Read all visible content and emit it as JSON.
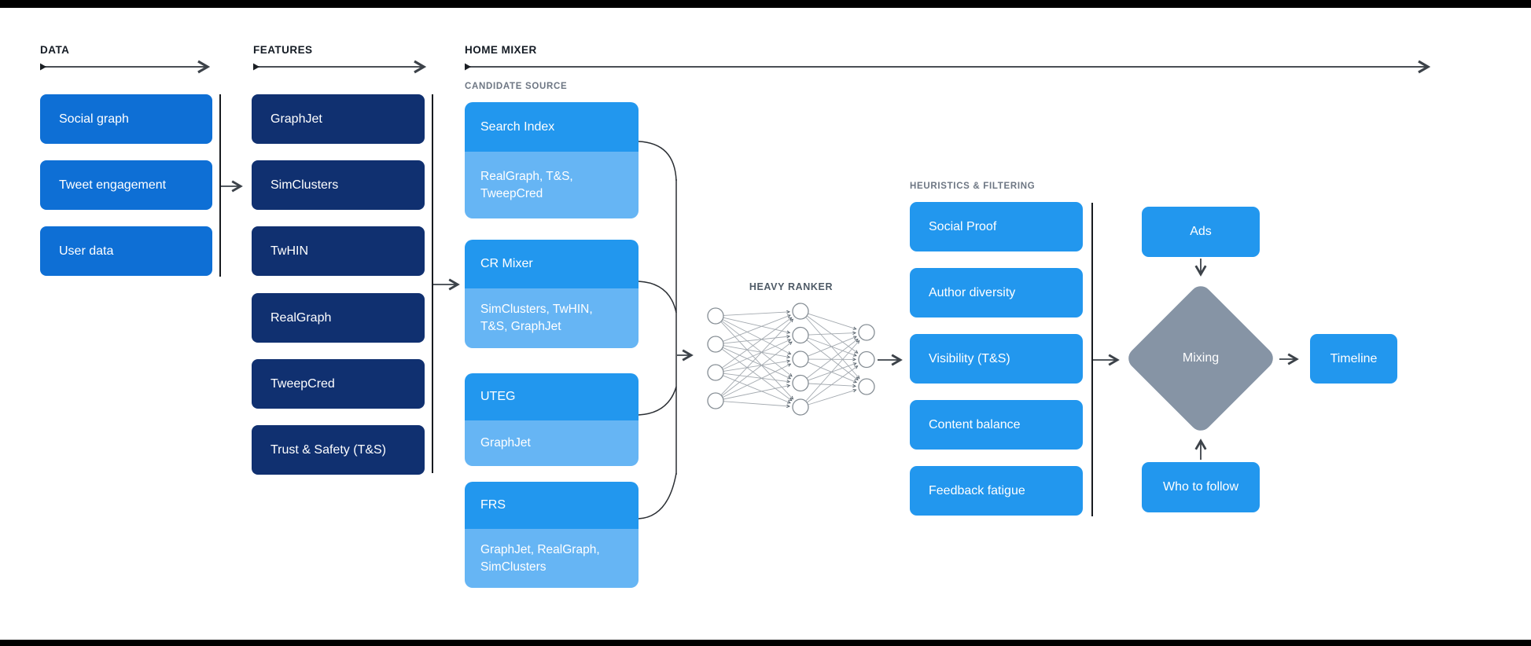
{
  "colors": {
    "data_box": "#0e6fd5",
    "feature_box": "#103070",
    "primary_box": "#2297ee",
    "sub_box": "#66b5f4",
    "diamond": "#8694a5",
    "box_text": "#ffffff",
    "section_header_text": "#141b24",
    "small_label_text": "#6d7683",
    "line": "#3c4249",
    "frame_bar": "#000000"
  },
  "sections": {
    "data": {
      "label": "DATA",
      "items": [
        "Social graph",
        "Tweet engagement",
        "User data"
      ]
    },
    "features": {
      "label": "FEATURES",
      "items": [
        "GraphJet",
        "SimClusters",
        "TwHIN",
        "RealGraph",
        "TweepCred",
        "Trust & Safety (T&S)"
      ]
    },
    "home_mixer": {
      "label": "HOME MIXER",
      "candidate_source": {
        "label": "CANDIDATE SOURCE",
        "groups": [
          {
            "name": "Search Index",
            "sources": "RealGraph, T&S, TweepCred"
          },
          {
            "name": "CR Mixer",
            "sources": "SimClusters, TwHIN, T&S, GraphJet"
          },
          {
            "name": "UTEG",
            "sources": "GraphJet"
          },
          {
            "name": "FRS",
            "sources": "GraphJet, RealGraph, SimClusters"
          }
        ]
      },
      "heavy_ranker": {
        "label": "HEAVY RANKER",
        "network": {
          "layers": [
            4,
            5,
            3
          ]
        }
      },
      "heuristics": {
        "label": "HEURISTICS & FILTERING",
        "items": [
          "Social Proof",
          "Author diversity",
          "Visibility (T&S)",
          "Content balance",
          "Feedback fatigue"
        ]
      },
      "output": {
        "ads": "Ads",
        "mixing": "Mixing",
        "who_to_follow": "Who to follow",
        "timeline": "Timeline"
      }
    }
  }
}
